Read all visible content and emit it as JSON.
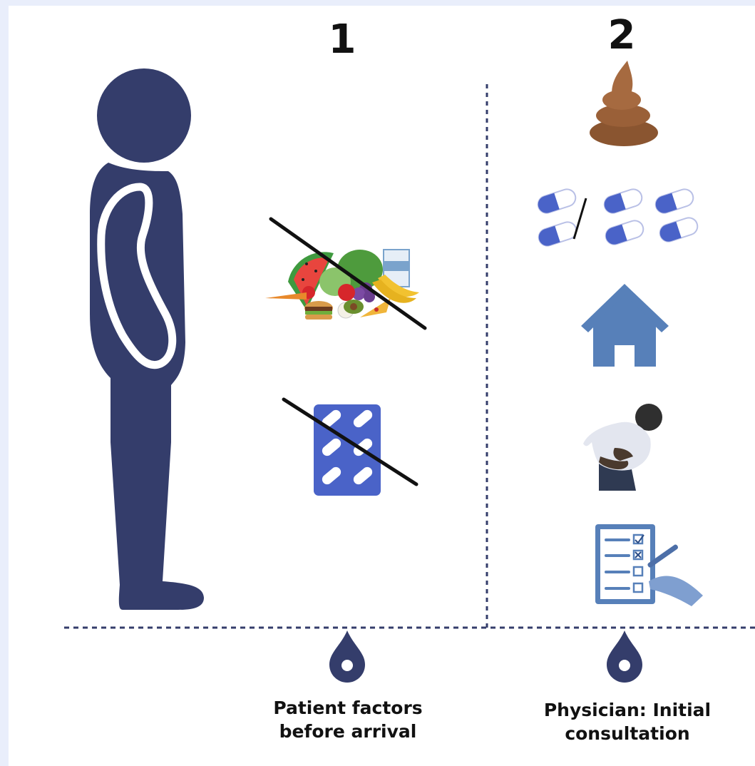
{
  "colors": {
    "primary": "#343d6b",
    "pill_blue": "#4a63c8",
    "house_blue": "#5780b9",
    "stool_brown": "#8a5530",
    "cross_line": "#111111",
    "divider": "#343d6b"
  },
  "steps": [
    {
      "number": "1",
      "caption_lines": [
        "Patient factors",
        "before arrival"
      ]
    },
    {
      "number": "2",
      "caption_lines": [
        "Physician: Initial",
        "consultation"
      ]
    }
  ],
  "icons": {
    "left_figure": "standing-person-icon",
    "step1": [
      "no-food-icon",
      "no-medication-icon"
    ],
    "step2": [
      "stool-sample-icon",
      "medication-history-icon",
      "home-icon",
      "abdominal-pain-icon",
      "checklist-form-icon"
    ],
    "markers": [
      "location-pin-icon",
      "location-pin-icon"
    ]
  }
}
